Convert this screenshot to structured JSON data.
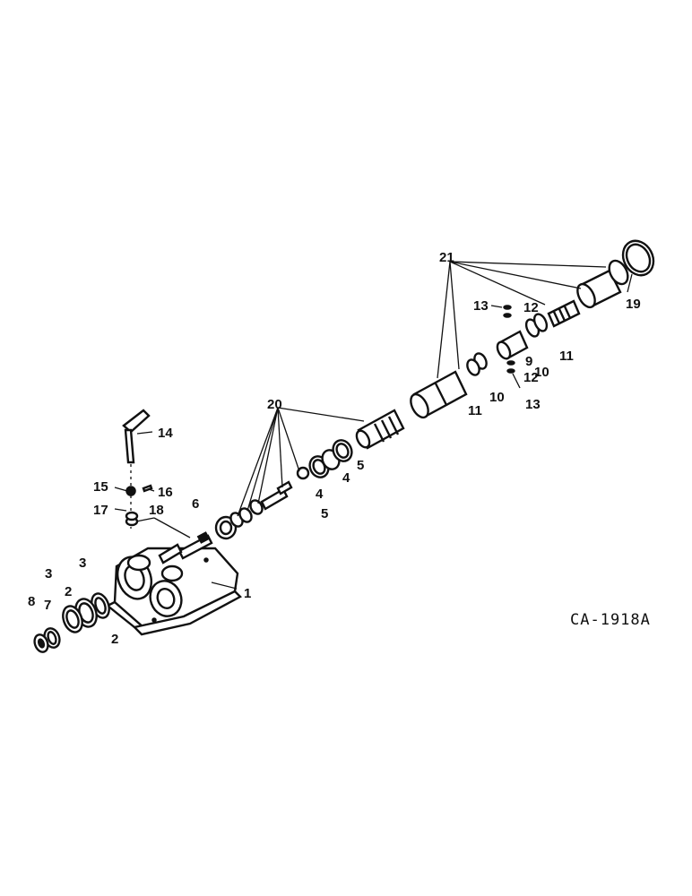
{
  "drawing_code": "CA-1918A",
  "callouts": {
    "c1": "1",
    "c2a": "2",
    "c2b": "2",
    "c3a": "3",
    "c3b": "3",
    "c4a": "4",
    "c4b": "4",
    "c5a": "5",
    "c5b": "5",
    "c6": "6",
    "c7": "7",
    "c8": "8",
    "c9": "9",
    "c10a": "10",
    "c10b": "10",
    "c11a": "11",
    "c11b": "11",
    "c12a": "12",
    "c12b": "12",
    "c13a": "13",
    "c13b": "13",
    "c14": "14",
    "c15": "15",
    "c16": "16",
    "c17": "17",
    "c18": "18",
    "c19": "19",
    "c20": "20",
    "c21": "21"
  }
}
